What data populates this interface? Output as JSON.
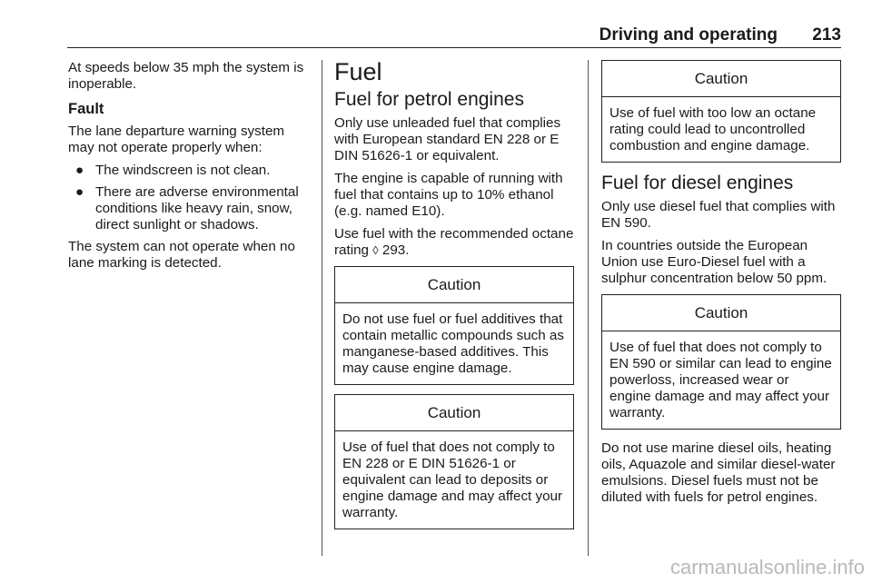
{
  "header": {
    "section": "Driving and operating",
    "page_number": "213"
  },
  "col1": {
    "intro": "At speeds below 35 mph the system is inoperable.",
    "fault_heading": "Fault",
    "fault_text": "The lane departure warning system may not operate properly when:",
    "bullets": [
      "The windscreen is not clean.",
      "There are adverse environmental conditions like heavy rain, snow, direct sunlight or shadows."
    ],
    "closing": "The system can not operate when no lane marking is detected."
  },
  "col2": {
    "main_heading": "Fuel",
    "sub_heading": "Fuel for petrol engines",
    "p1": "Only use unleaded fuel that complies with European standard EN 228 or E DIN 51626-1 or equivalent.",
    "p2": "The engine is capable of running with fuel that contains up to 10% ethanol (e.g. named E10).",
    "p3_text": "Use fuel with the recommended octane rating",
    "p3_arrow": "◊",
    "p3_ref": "293.",
    "caution1": {
      "title": "Caution",
      "body": "Do not use fuel or fuel additives that contain metallic compounds such as manganese-based additives. This may cause engine damage."
    },
    "caution2": {
      "title": "Caution",
      "body": "Use of fuel that does not comply to EN 228 or E DIN 51626-1 or equivalent can lead to deposits or engine damage and may affect your warranty."
    }
  },
  "col3": {
    "caution1": {
      "title": "Caution",
      "body": "Use of fuel with too low an octane rating could lead to uncontrolled combustion and engine damage."
    },
    "diesel_heading": "Fuel for diesel engines",
    "p1": "Only use diesel fuel that complies with EN 590.",
    "p2": "In countries outside the European Union use Euro-Diesel fuel with a sulphur concentration below 50 ppm.",
    "caution2": {
      "title": "Caution",
      "body": "Use of fuel that does not comply to EN 590 or similar can lead to engine powerloss, increased wear or engine damage and may affect your warranty."
    },
    "p3": "Do not use marine diesel oils, heating oils, Aquazole and similar diesel-water emulsions. Diesel fuels must not be diluted with fuels for petrol engines."
  },
  "watermark": "carmanualsonline.info"
}
